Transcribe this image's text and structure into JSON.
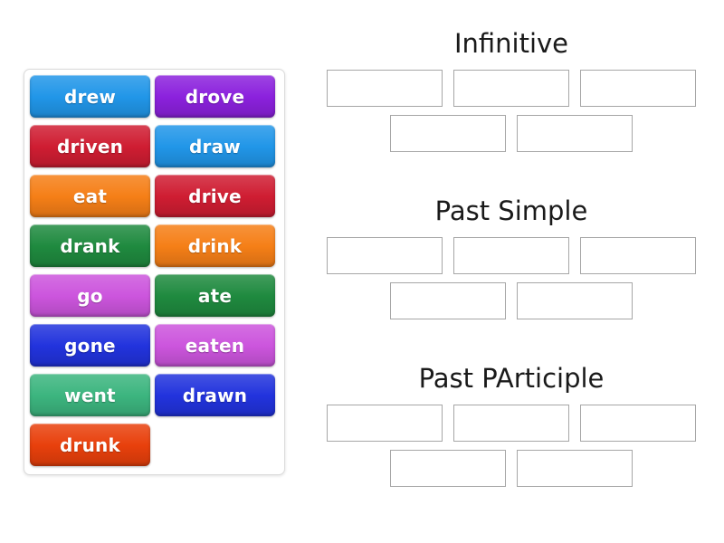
{
  "word_bank": {
    "name": "word-bank",
    "tiles": [
      {
        "label": "drew",
        "color": "#2196e8",
        "column": 1
      },
      {
        "label": "drove",
        "color": "#8b21dd",
        "column": 2
      },
      {
        "label": "driven",
        "color": "#cf1d32",
        "column": 1
      },
      {
        "label": "draw",
        "color": "#2196e8",
        "column": 2
      },
      {
        "label": "eat",
        "color": "#f57f17",
        "column": 1
      },
      {
        "label": "drive",
        "color": "#cf1d32",
        "column": 2
      },
      {
        "label": "drank",
        "color": "#1f8a3f",
        "column": 1
      },
      {
        "label": "drink",
        "color": "#f57f17",
        "column": 2
      },
      {
        "label": "go",
        "color": "#cc55dd",
        "column": 1
      },
      {
        "label": "ate",
        "color": "#1f8a3f",
        "column": 2
      },
      {
        "label": "gone",
        "color": "#2233dd",
        "column": 1
      },
      {
        "label": "eaten",
        "color": "#cc55dd",
        "column": 2
      },
      {
        "label": "went",
        "color": "#3cb57f",
        "column": 1
      },
      {
        "label": "drawn",
        "color": "#2233dd",
        "column": 2
      },
      {
        "label": "drunk",
        "color": "#e8400c",
        "column": 1
      }
    ]
  },
  "answer_area": {
    "sections": [
      {
        "title": "Infinitive",
        "rows": [
          {
            "slots": [
              "",
              "",
              ""
            ]
          },
          {
            "slots": [
              "",
              ""
            ]
          }
        ]
      },
      {
        "title": "Past Simple",
        "rows": [
          {
            "slots": [
              "",
              "",
              ""
            ]
          },
          {
            "slots": [
              "",
              ""
            ]
          }
        ]
      },
      {
        "title": "Past PArticiple",
        "rows": [
          {
            "slots": [
              "",
              "",
              ""
            ]
          },
          {
            "slots": [
              "",
              ""
            ]
          }
        ]
      }
    ]
  },
  "theme": {
    "background": "#ffffff",
    "panel_border": "#dcdcdc",
    "slot_border": "#a6a6a6",
    "title_color": "#1a1a1a",
    "tile_text_color": "#ffffff"
  }
}
